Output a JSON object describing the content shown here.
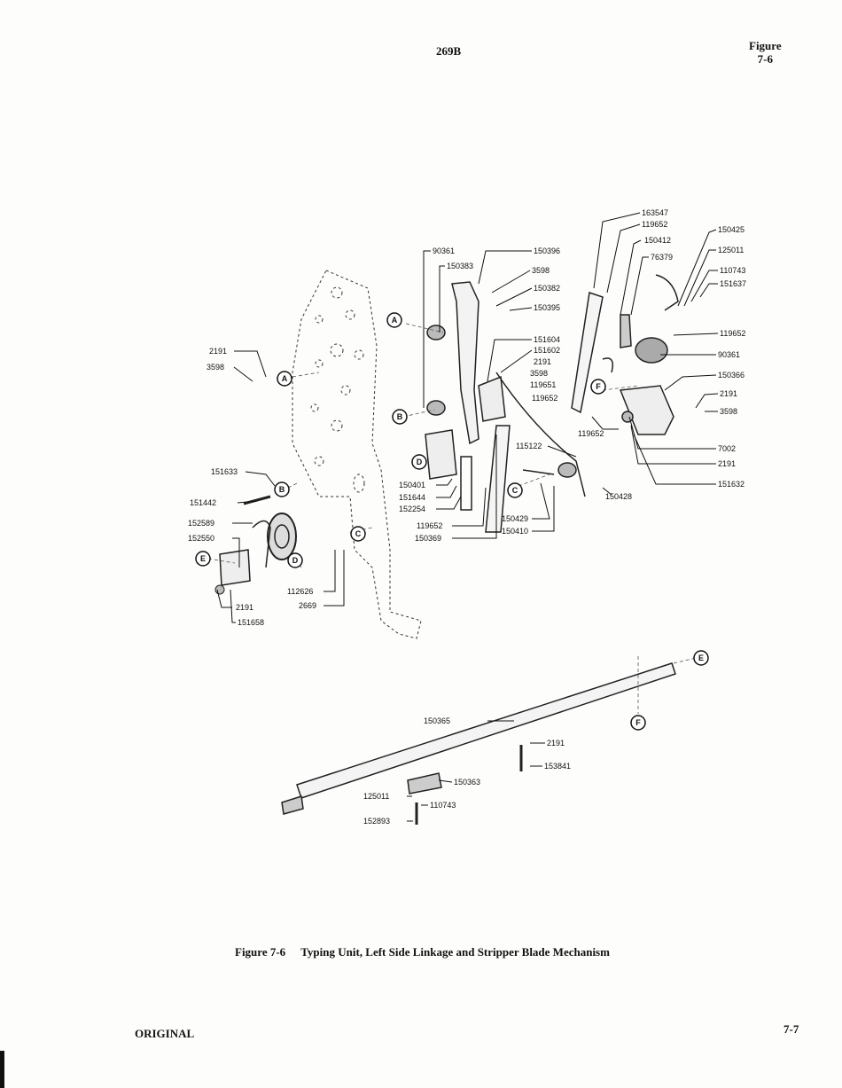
{
  "header": {
    "model": "269B",
    "figure_word": "Figure",
    "figure_number": "7-6"
  },
  "caption": {
    "figure_label": "Figure 7-6",
    "title": "Typing Unit, Left Side Linkage and Stripper Blade Mechanism"
  },
  "footer": {
    "left": "ORIGINAL",
    "page": "7-7"
  },
  "callouts": [
    "A",
    "B",
    "C",
    "D",
    "E",
    "F"
  ],
  "parts": [
    "90361",
    "150396",
    "150383",
    "3598",
    "150382",
    "150395",
    "151604",
    "151602",
    "2191",
    "3598",
    "119651",
    "119652",
    "115122",
    "150428",
    "150429",
    "150410",
    "150401",
    "151644",
    "152254",
    "119652",
    "150369",
    "163547",
    "119652",
    "150412",
    "76379",
    "150425",
    "125011",
    "110743",
    "151637",
    "119652",
    "90361",
    "150366",
    "2191",
    "3598",
    "7002",
    "2191",
    "151632",
    "2191",
    "3598",
    "151633",
    "151442",
    "152589",
    "152550",
    "2191",
    "151658",
    "112626",
    "2669",
    "150365",
    "2191",
    "153841",
    "150363",
    "125011",
    "110743",
    "152893",
    "119652"
  ]
}
